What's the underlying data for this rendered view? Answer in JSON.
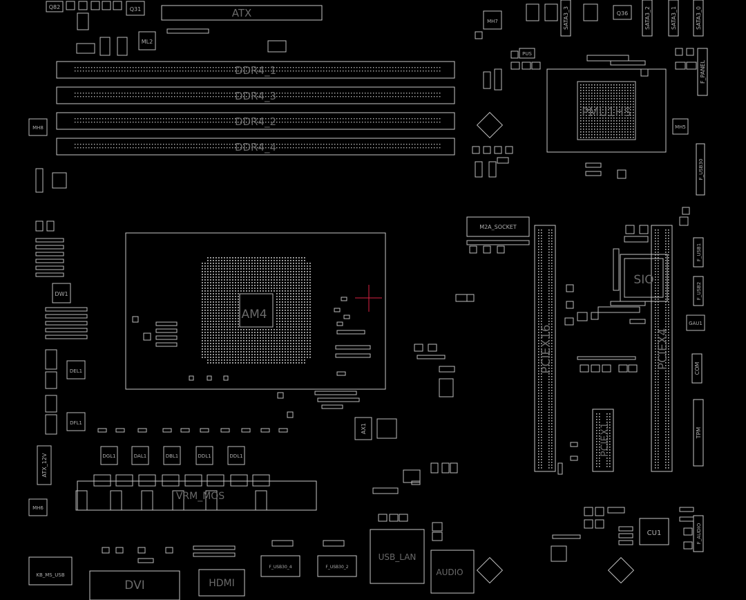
{
  "board": {
    "labels": {
      "atx": "ATX",
      "ddr1": "DDR4_1",
      "ddr3": "DDR4_3",
      "ddr2": "DDR4_2",
      "ddr4": "DDR4_4",
      "pch": "PMU1HS",
      "m2": "M2A_SOCKET",
      "pcie16": "PCIEX16",
      "pcie4": "PCIEX4",
      "pcie1": "PCIEX1",
      "sio": "SIO",
      "cpu": "AM4",
      "hdmi": "HDMI",
      "dvi": "DVI",
      "usblan": "USB_LAN",
      "audio": "AUDIO",
      "kbms": "KB_MS_USB",
      "f_panel": "F_PANEL",
      "f_usb30": "F_USB30",
      "f_usb1": "F_USB1",
      "f_usb2": "F_USB2",
      "f_audio": "F_AUDIO",
      "com": "COM",
      "tpm": "TPM",
      "atx12v": "ATX_12V",
      "sata3": "SATA3_3",
      "sata2": "SATA3_2",
      "sata1": "SATA3_1",
      "sata0": "SATA3_0",
      "cu1": "CU1",
      "q36": "Q36",
      "q31": "Q31",
      "q82": "Q82",
      "ml2": "ML2",
      "dw1": "DW1",
      "del1": "DEL1",
      "dfl1": "DFL1",
      "dgl1": "DGL1",
      "dal1": "DAL1",
      "dbl1": "DBL1",
      "ddl1": "DDL1",
      "ddl1b": "DDL1",
      "pus": "PUS",
      "gau1": "GAU1",
      "ax1": "AX1",
      "vrm": "VRM_MOS",
      "mh8": "MH8",
      "mh5": "MH5",
      "mh6": "MH6",
      "mh7": "MH7",
      "f_usb_a": "F_USB30_4",
      "f_usb_b": "F_USB30_2"
    }
  }
}
